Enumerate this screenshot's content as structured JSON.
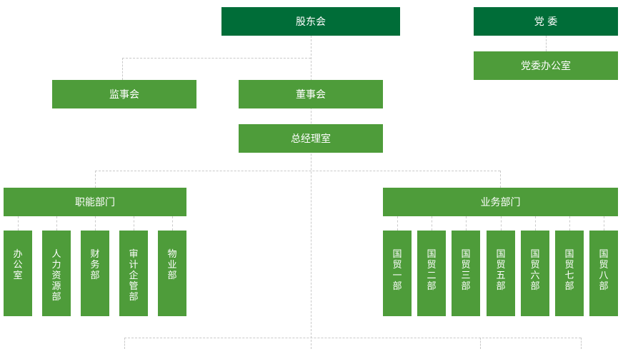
{
  "top": {
    "shareholders": "股东会",
    "party_committee": "党 委",
    "party_office": "党委办公室"
  },
  "level2": {
    "supervisors": "监事会",
    "board": "董事会",
    "gm_office": "总经理室"
  },
  "functional": {
    "title": "职能部门",
    "depts": [
      "办公室",
      "人力资源部",
      "财务部",
      "审计企管部",
      "物业部"
    ]
  },
  "business": {
    "title": "业务部门",
    "depts": [
      "国贸一部",
      "国贸二部",
      "国贸三部",
      "国贸五部",
      "国贸六部",
      "国贸七部",
      "国贸八部"
    ]
  },
  "colors": {
    "dark_green": "#006d38",
    "green": "#4e9c3a",
    "connector": "#c9c9c9"
  }
}
